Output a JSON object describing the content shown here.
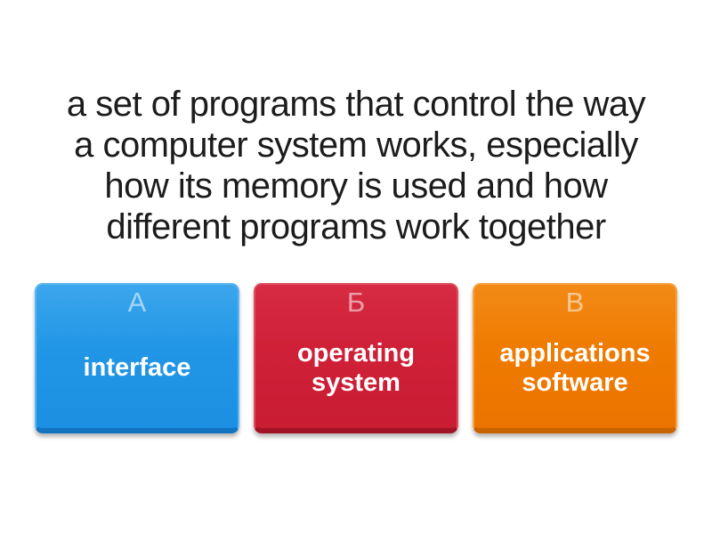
{
  "page": {
    "background_color": "#ffffff",
    "text_color": "#1c1c1c"
  },
  "question": {
    "text": "a set of programs that control the way\na computer system works, especially\nhow its memory is used and how\ndifferent programs work together"
  },
  "answers": [
    {
      "letter": "А",
      "text": "interface",
      "color": "#2196e6",
      "border_light": "#5cb6f0",
      "border_dark": "#1273bf"
    },
    {
      "letter": "Б",
      "text": "operating system",
      "color": "#cf2038",
      "border_light": "#dd4e5d",
      "border_dark": "#a01425"
    },
    {
      "letter": "В",
      "text": "applications software",
      "color": "#ef7b00",
      "border_light": "#f5a242",
      "border_dark": "#c76300"
    }
  ]
}
